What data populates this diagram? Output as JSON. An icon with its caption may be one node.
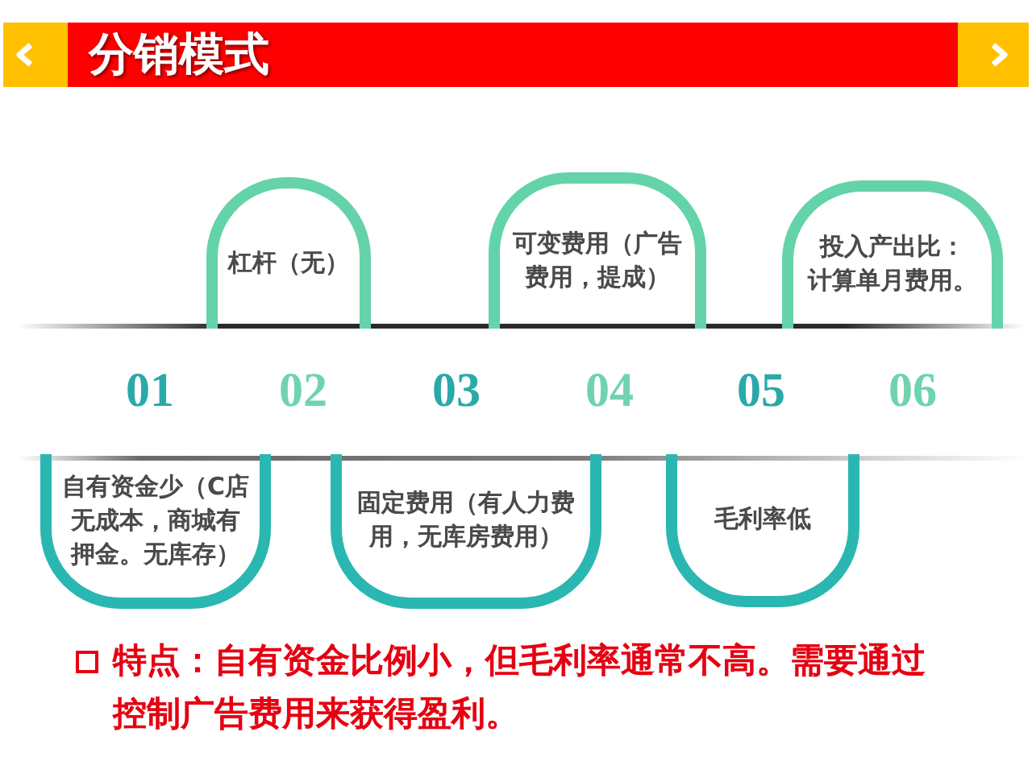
{
  "diagram": {
    "title": "分销模式",
    "nodes": [
      {
        "text": [
          "自有资金少（C店无成本，商城有押金。无库存）"
        ],
        "beside": [
          "01"
        ]
      },
      {
        "text": [
          "杠杆（无）"
        ],
        "beside": [
          "02"
        ]
      },
      {
        "text": [
          "固定费用（有人力费用，无库房费用）"
        ],
        "beside": [
          "03"
        ]
      },
      {
        "text": [
          "可变费用（广告费用，提成）"
        ],
        "beside": [
          "04"
        ]
      },
      {
        "text": [
          "毛利率低"
        ],
        "beside": [
          "05"
        ]
      },
      {
        "text": [
          "投入产出比：计算单月费用。"
        ],
        "beside": [
          "06"
        ]
      }
    ],
    "labels": [
      "特点：自有资金比例小，但毛利率通常不高。需要通过控制广告费用来获得盈利。"
    ]
  }
}
